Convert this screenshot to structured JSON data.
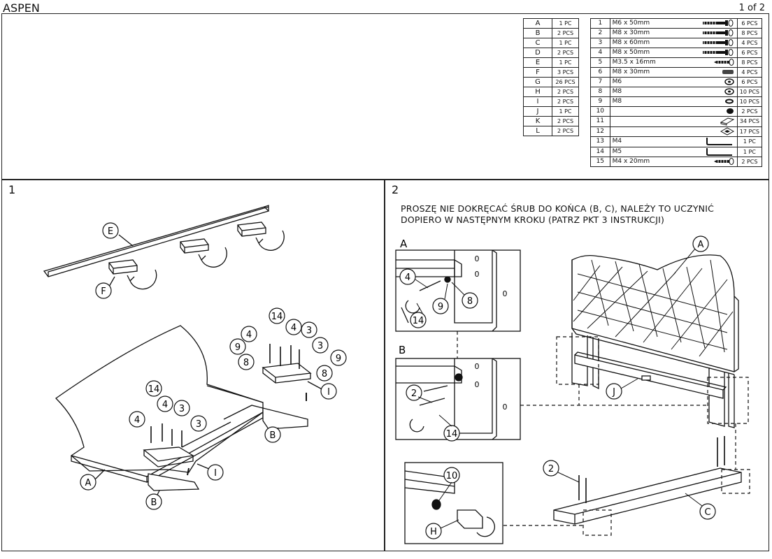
{
  "header": {
    "title": "ASPEN",
    "page": "1 of 2"
  },
  "parts": [
    {
      "letter": "A",
      "qty": "1 PC"
    },
    {
      "letter": "B",
      "qty": "2 PCS"
    },
    {
      "letter": "C",
      "qty": "1 PC"
    },
    {
      "letter": "D",
      "qty": "2 PCS"
    },
    {
      "letter": "E",
      "qty": "1 PC"
    },
    {
      "letter": "F",
      "qty": "3 PCS"
    },
    {
      "letter": "G",
      "qty": "26 PCS"
    },
    {
      "letter": "H",
      "qty": "2 PCS"
    },
    {
      "letter": "I",
      "qty": "2 PCS"
    },
    {
      "letter": "J",
      "qty": "1 PC"
    },
    {
      "letter": "K",
      "qty": "2 PCS"
    },
    {
      "letter": "L",
      "qty": "2 PCS"
    }
  ],
  "hardware": [
    {
      "num": "1",
      "size": "M6 x 50mm",
      "qty": "6 PCS",
      "icon": "long-bolt-icon"
    },
    {
      "num": "2",
      "size": "M8 x 30mm",
      "qty": "8 PCS",
      "icon": "long-bolt-icon"
    },
    {
      "num": "3",
      "size": "M8 x 60mm",
      "qty": "4 PCS",
      "icon": "long-bolt-icon"
    },
    {
      "num": "4",
      "size": "M8 x 50mm",
      "qty": "6 PCS",
      "icon": "long-bolt-icon"
    },
    {
      "num": "5",
      "size": "M3.5 x 16mm",
      "qty": "8 PCS",
      "icon": "screw-icon"
    },
    {
      "num": "6",
      "size": "M8 x 30mm",
      "qty": "4 PCS",
      "icon": "dowel-icon"
    },
    {
      "num": "7",
      "size": "M6",
      "qty": "6 PCS",
      "icon": "washer-icon"
    },
    {
      "num": "8",
      "size": "M8",
      "qty": "10 PCS",
      "icon": "washer-icon"
    },
    {
      "num": "9",
      "size": "M8",
      "qty": "10 PCS",
      "icon": "spring-washer-icon"
    },
    {
      "num": "10",
      "size": "",
      "qty": "2 PCS",
      "icon": "pad-icon"
    },
    {
      "num": "11",
      "size": "",
      "qty": "34 PCS",
      "icon": "bracket-icon"
    },
    {
      "num": "12",
      "size": "",
      "qty": "17 PCS",
      "icon": "plate-icon"
    },
    {
      "num": "13",
      "size": "M4",
      "qty": "1 PC",
      "icon": "allen-key-icon"
    },
    {
      "num": "14",
      "size": "M5",
      "qty": "1 PC",
      "icon": "allen-key-icon"
    },
    {
      "num": "15",
      "size": "M4 x 20mm",
      "qty": "2 PCS",
      "icon": "screw-icon"
    }
  ],
  "step1": {
    "number": "1",
    "labels": {
      "E": "E",
      "F": "F",
      "A": "A",
      "B1": "B",
      "B2": "B",
      "I1": "I",
      "I2": "I",
      "n14a": "14",
      "n4a": "4",
      "n4b": "4",
      "n3a": "3",
      "n3b": "3",
      "n9a": "9",
      "n9b": "9",
      "n8a": "8",
      "n8b": "8",
      "n14b": "14",
      "n4c": "4",
      "n4d": "4",
      "n3c": "3",
      "n3d": "3"
    }
  },
  "step2": {
    "number": "2",
    "instruction": "PROSZĘ NIE DOKRĘCAĆ ŚRUB DO KOŃCA (B, C), NALEŻY TO UCZYNIĆ DOPIERO W NASTĘPNYM KROKU (PATRZ PKT 3 INSTRUKCJI)",
    "detailA": {
      "title": "A",
      "n4": "4",
      "n9": "9",
      "n8": "8",
      "n14": "14",
      "zero1": "0",
      "zero2": "0",
      "zero3": "0"
    },
    "detailB": {
      "title": "B",
      "n2": "2",
      "n14": "14",
      "zero1": "0",
      "zero2": "0",
      "zero3": "0"
    },
    "detailC": {
      "n10": "10",
      "h": "H"
    },
    "labels": {
      "A": "A",
      "J": "J",
      "C": "C",
      "n2": "2"
    }
  }
}
